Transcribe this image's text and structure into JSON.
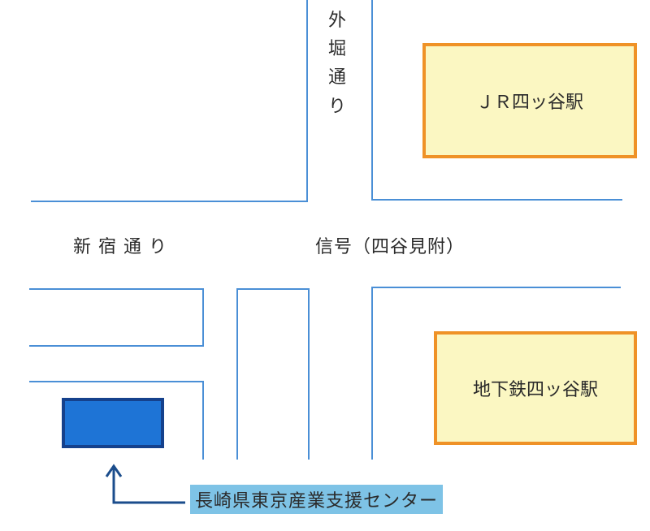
{
  "road_vertical": {
    "chars": [
      "外",
      "堀",
      "通",
      "り"
    ]
  },
  "road_horizontal": {
    "label": "新 宿 通 り"
  },
  "signal": {
    "label": "信号（四谷見附）"
  },
  "station_jr": {
    "label": "ＪＲ四ッ谷駅"
  },
  "station_subway": {
    "label": "地下鉄四ッ谷駅"
  },
  "destination": {
    "label": "長崎県東京産業支援センター"
  },
  "colors": {
    "road_line": "#4a8fd6",
    "station_border": "#ef9227",
    "station_fill": "#fbf7c2",
    "building_fill": "#1e74d6",
    "building_border": "#15418c",
    "callout_bg": "#7ec3e6",
    "arrow": "#1b4d8c"
  }
}
